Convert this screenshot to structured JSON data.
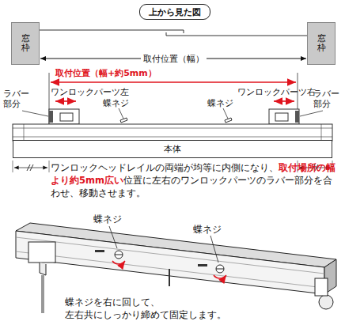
{
  "diagram": {
    "nodes": [
      {
        "text": [
          "上から見た図"
        ]
      },
      {
        "text": [
          "窓枠"
        ]
      },
      {
        "text": [
          "窓枠"
        ]
      },
      {
        "text": [
          "本体"
        ]
      }
    ],
    "edges": [
      {
        "from": 1,
        "to": 2,
        "arrow": "both",
        "label": "取付位置（幅）"
      }
    ],
    "labels": [
      "取付位置（幅+約5mm）",
      "ラバー部分",
      "ワンロックパーツ左",
      "ワンロックパーツ右",
      "ラバー部分",
      "蝶ネジ",
      "蝶ネジ",
      "ワンロックヘッドレイルの両端が均等に内側になり、",
      "取付場所の幅より約5mm広い",
      "位置に左右のワンロックパーツのラバー部分を合わせ、移動させます。",
      "蝶ネジ",
      "蝶ネジ",
      "蝶ネジを右に回して、",
      "左右共にしっかり締めて固定します。"
    ]
  }
}
